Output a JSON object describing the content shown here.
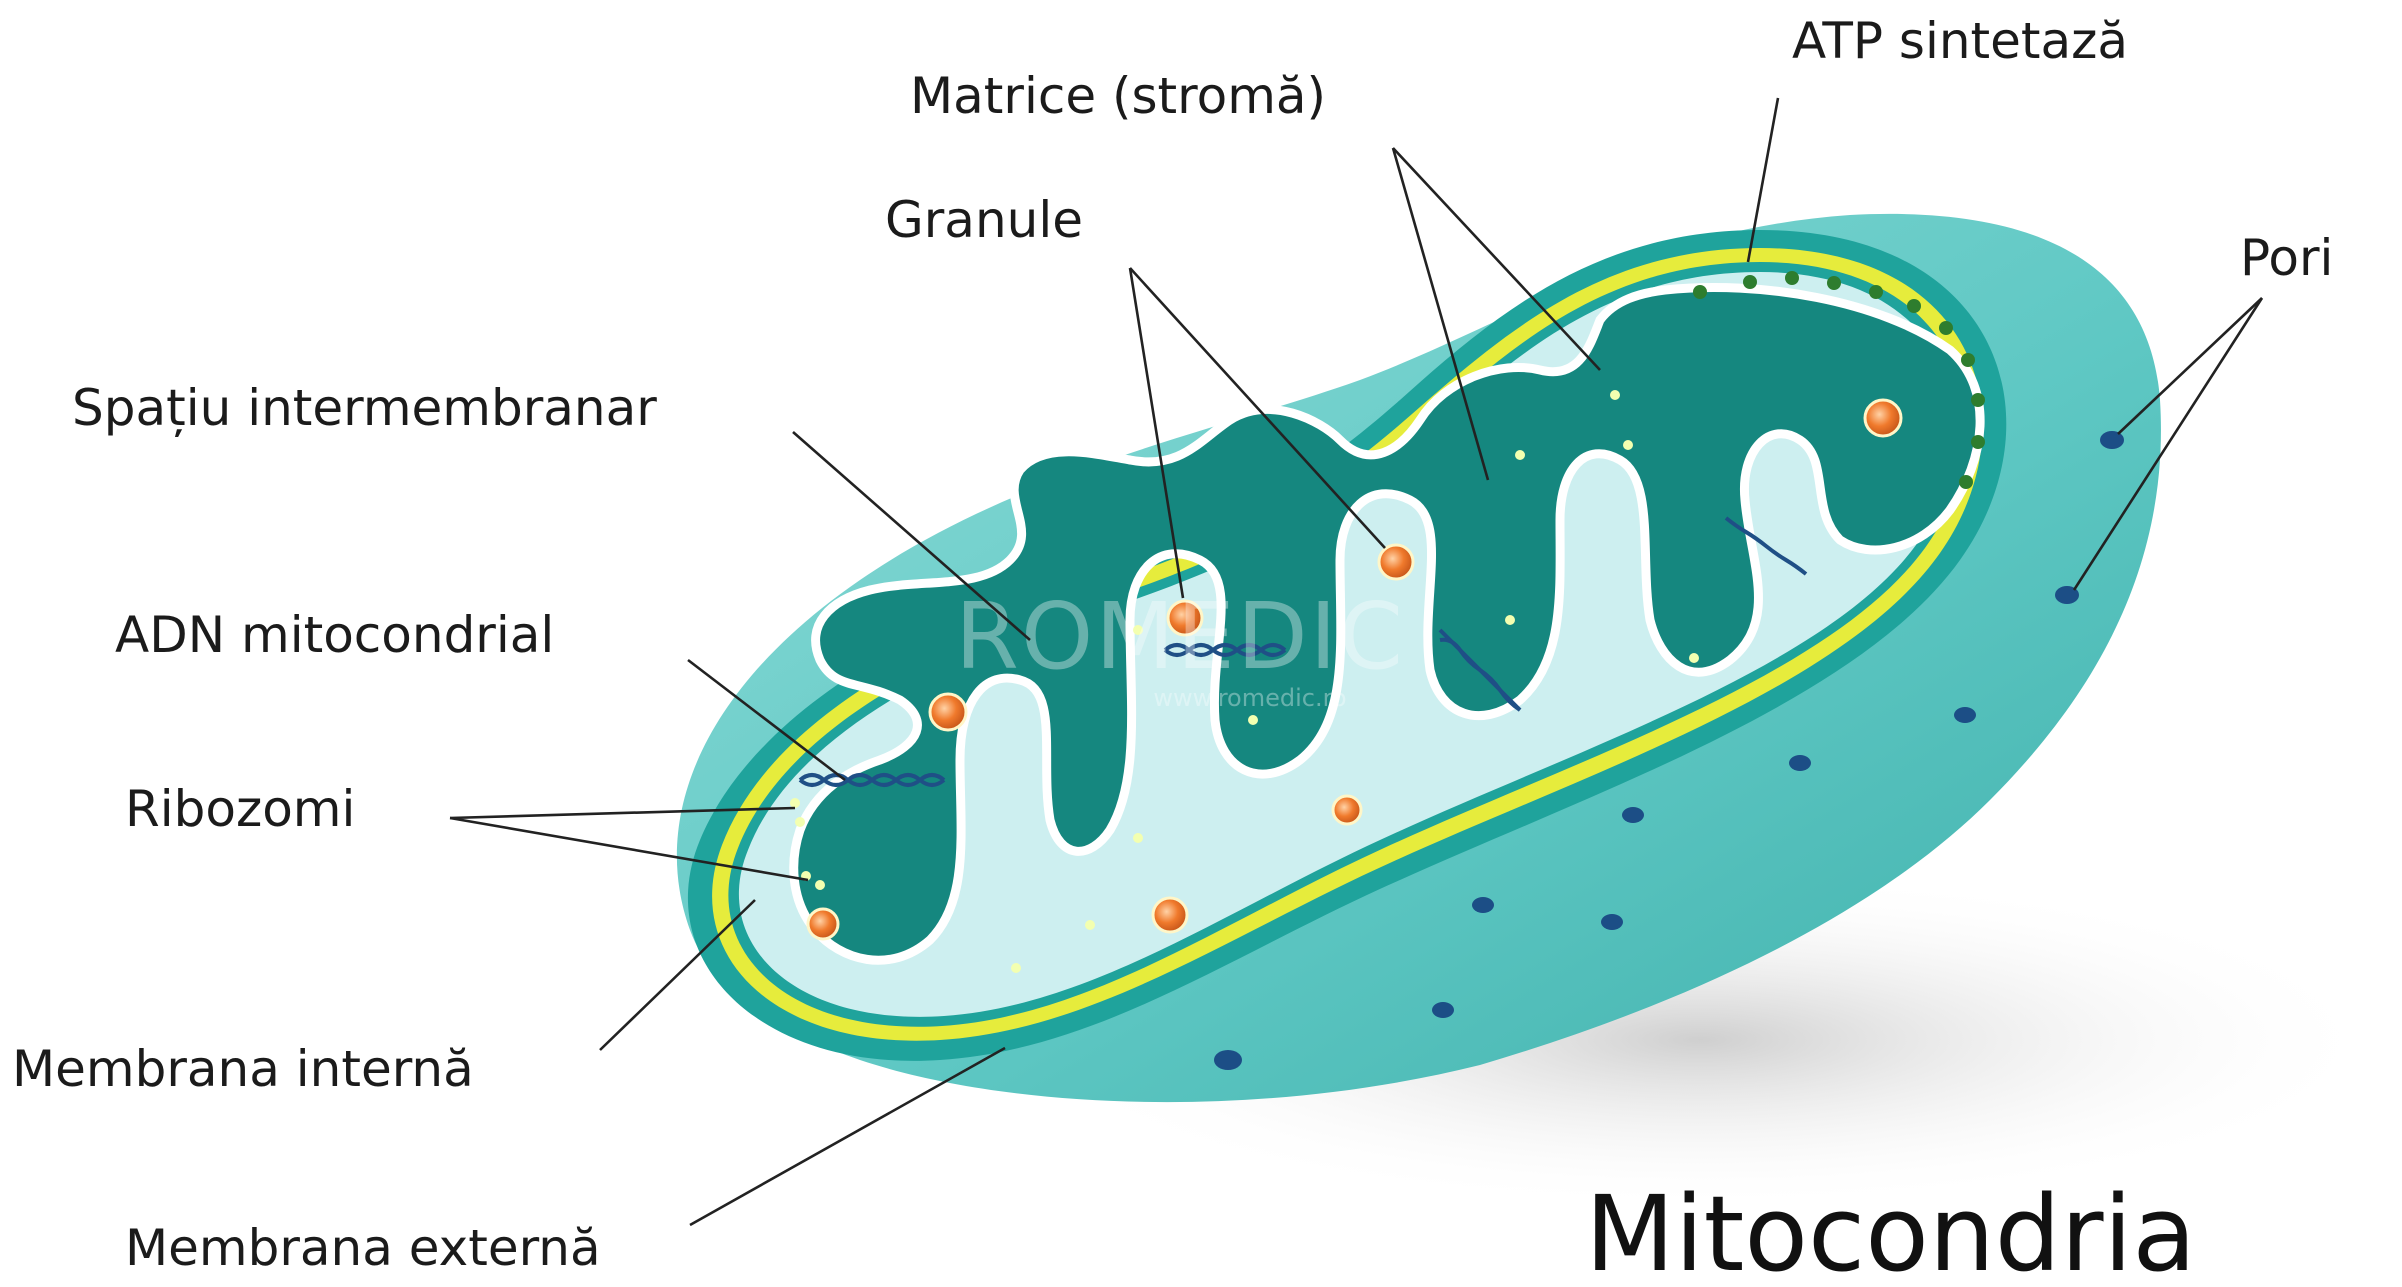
{
  "title": "Mitocondria",
  "watermark": {
    "brand": "ROMEDIC",
    "site": "www.romedic.ro"
  },
  "labels": {
    "atp_synthase": "ATP sintetază",
    "matrix": "Matrice (stromă)",
    "granules": "Granule",
    "pores": "Pori",
    "intermembrane_space": "Spațiu intermembranar",
    "mitochondrial_dna": "ADN mitocondrial",
    "ribosomes": "Ribozomi",
    "inner_membrane": "Membrana internă",
    "outer_membrane": "Membrana externă"
  },
  "colors": {
    "outer_shell": "#5fc8c4",
    "outer_rim": "#1fa39c",
    "yellow_band": "#e6ec3c",
    "intermembrane": "#cdeff0",
    "matrix": "#15877f",
    "inner_line": "#ffffff",
    "granule": "#f07a2c",
    "pore": "#1c4e86",
    "dna": "#1f4f86",
    "atp_head": "#2e7d2e"
  }
}
